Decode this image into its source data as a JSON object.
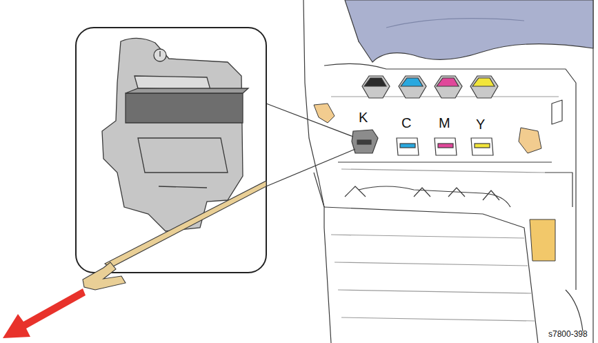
{
  "diagram": {
    "labels": [
      "K",
      "C",
      "M",
      "Y",
      "s7800-398"
    ]
  }
}
